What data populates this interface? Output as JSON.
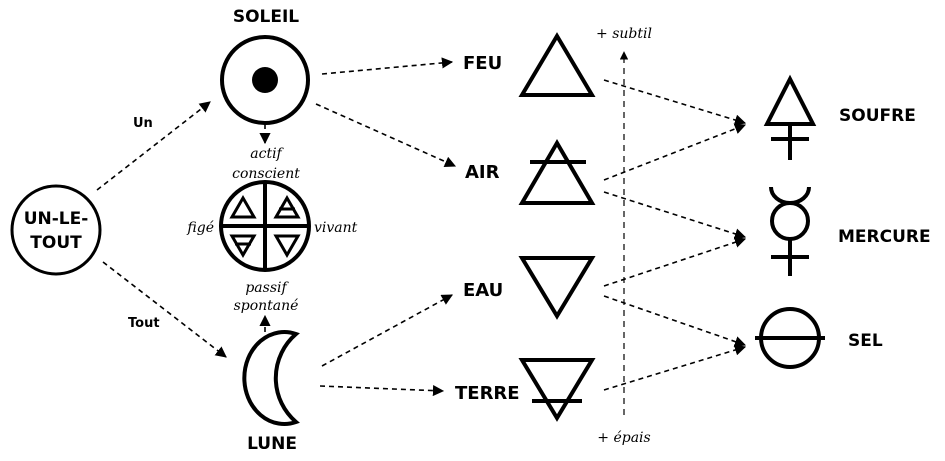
{
  "nodes": {
    "unity": {
      "line1": "UN-LE-",
      "line2": "TOUT"
    },
    "sun": "SOLEIL",
    "moon": "LUNE",
    "fire": "FEU",
    "air": "AIR",
    "water": "EAU",
    "earth": "TERRE",
    "sulfur": "SOUFRE",
    "mercury": "MERCURE",
    "salt": "SEL"
  },
  "edge_labels": {
    "un": "Un",
    "tout": "Tout"
  },
  "qualities": {
    "top1": "actif",
    "top2": "conscient",
    "left": "figé",
    "right": "vivant",
    "bottom1": "passif",
    "bottom2": "spontané"
  },
  "axis": {
    "top": "+ subtil",
    "bottom": "+ épais"
  }
}
